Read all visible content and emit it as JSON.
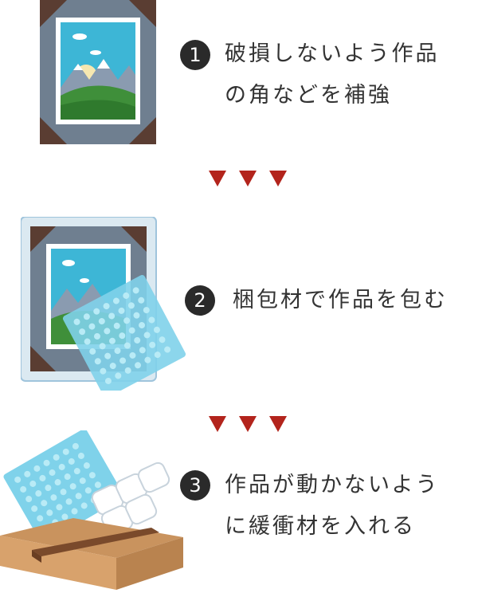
{
  "colors": {
    "badge": "#2a2a2a",
    "arrow": "#b3241c",
    "frame": "#6f7f90",
    "corner": "#5a3d32",
    "sky": "#3db6d6",
    "grass": "#3f8f3a",
    "bubble": "#7fd2ea",
    "box": "#d8a26c",
    "tape": "#7a4a2b"
  },
  "steps": [
    {
      "number": "1",
      "lines": [
        "破損しないよう作品",
        "の角などを補強"
      ]
    },
    {
      "number": "2",
      "lines": [
        "梱包材で作品を包む"
      ]
    },
    {
      "number": "3",
      "lines": [
        "作品が動かないよう",
        "に緩衝材を入れる"
      ]
    }
  ]
}
